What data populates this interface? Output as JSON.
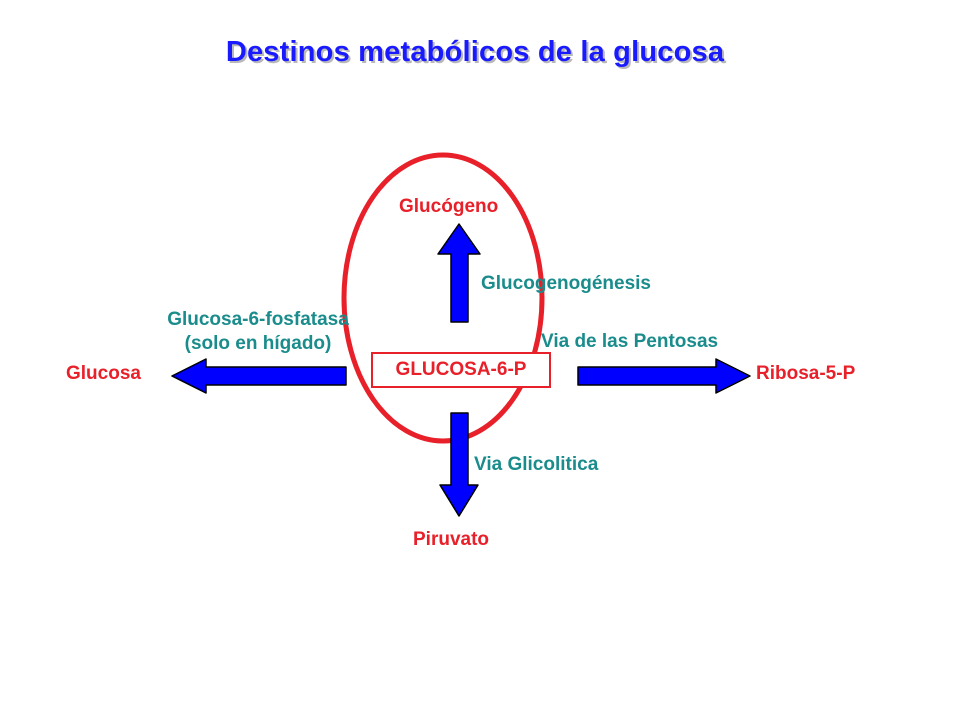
{
  "title": "Destinos metabólicos de la glucosa",
  "center": "GLUCOSA-6-P",
  "nodes": {
    "top": "Glucógeno",
    "left": "Glucosa",
    "right": "Ribosa-5-P",
    "bottom": "Piruvato"
  },
  "pathways": {
    "up": "Glucogenogénesis",
    "left_line1": "Glucosa-6-fosfatasa",
    "left_line2": "(solo en hígado)",
    "right": "Via de las Pentosas",
    "down": "Via Glicolitica"
  },
  "colors": {
    "title": "#1a1aff",
    "node": "#e8202a",
    "pathway": "#1a8c8c",
    "arrow_fill": "#0000ff",
    "ellipse": "#e8202a"
  }
}
